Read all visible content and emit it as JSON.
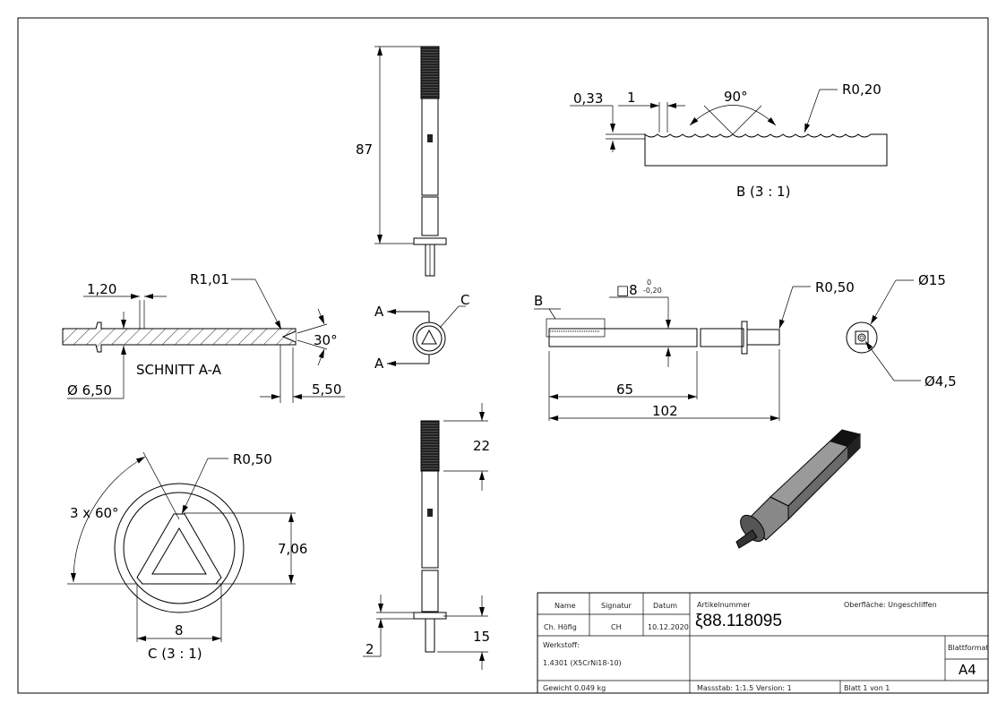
{
  "views": {
    "front_top": {
      "dim_length": "87"
    },
    "detail_b": {
      "dim_depth": "0,33",
      "dim_pitch": "1",
      "dim_angle": "90°",
      "radius": "R0,20",
      "caption": "B (3 : 1)"
    },
    "section_aa": {
      "dim_width": "1,20",
      "radius": "R1,01",
      "angle": "30°",
      "caption": "SCHNITT A-A",
      "diameter": "Ø 6,50",
      "dim_end": "5,50"
    },
    "end_view": {
      "label_a_top": "A",
      "label_a_bottom": "A",
      "label_c": "C"
    },
    "side_view": {
      "label_b": "B",
      "square": "□8",
      "tol_upper": "0",
      "tol_lower": "-0,20",
      "radius": "R0,50",
      "dim_65": "65",
      "dim_102": "102"
    },
    "round_view": {
      "dia_outer": "Ø15",
      "dia_inner": "Ø4,5"
    },
    "front_bottom": {
      "dim_22": "22",
      "dim_15": "15",
      "dim_2": "2"
    },
    "detail_c": {
      "radius": "R0,50",
      "angle": "3 x 60°",
      "height": "7,06",
      "width": "8",
      "caption": "C (3 : 1)"
    }
  },
  "title_block": {
    "name_h": "Name",
    "signatur_h": "Signatur",
    "datum_h": "Datum",
    "name": "Ch. Höfig",
    "signatur": "CH",
    "datum": "10.12.2020",
    "artikelnummer_label": "Artikelnummer",
    "artikelnummer": "ξ88.118095",
    "oberflaeche": "Oberfläche:  Ungeschliffen",
    "werkstoff_label": "Werkstoff:",
    "werkstoff": "1.4301 (X5CrNi18-10)",
    "blattformat_label": "Blattformat",
    "blattformat": "A4",
    "gewicht": "Gewicht 0.049 kg",
    "massstab": "Massstab: 1:1.5",
    "version": "Version: 1",
    "blatt": "Blatt 1 von 1"
  }
}
